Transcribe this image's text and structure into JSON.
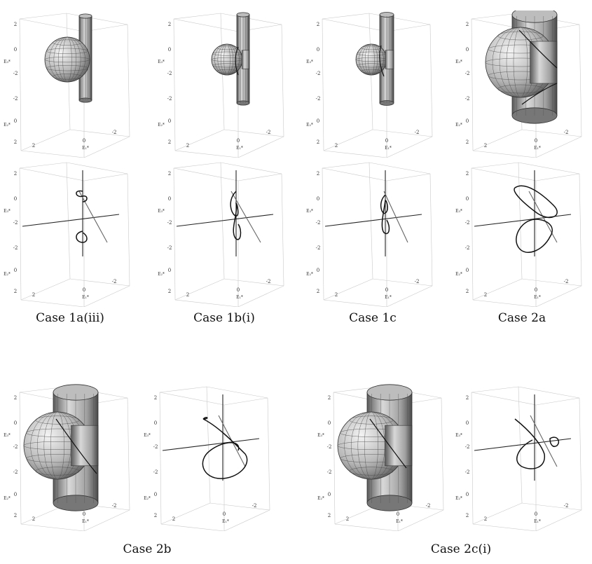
{
  "figure": {
    "axis_ticks": {
      "z_top": "2",
      "z_mid": "0",
      "z_low": "-2",
      "y_low": "-2",
      "y_mid": "0",
      "y_high": "2",
      "x_left": "2",
      "x_mid": "0",
      "x_right": "-2"
    },
    "axis_labels": {
      "e3": "E₃*",
      "e2": "E₂*",
      "e1": "E₁*"
    },
    "captions": [
      "Case 1a(iii)",
      "Case 1b(i)",
      "Case 1c",
      "Case 2a",
      "Case 2b",
      "Case 2c(i)"
    ]
  }
}
